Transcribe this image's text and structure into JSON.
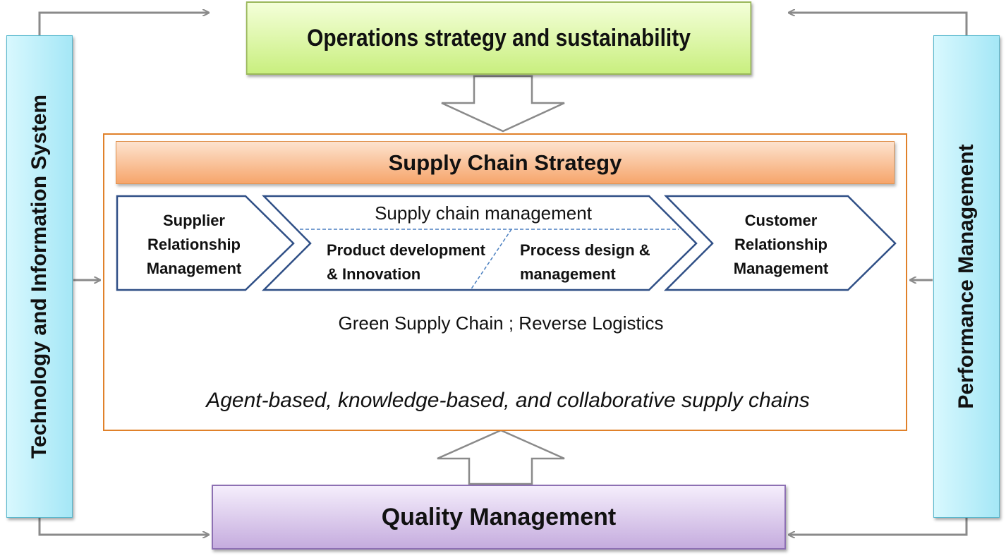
{
  "top_box": {
    "label": "Operations strategy and sustainability"
  },
  "bottom_box": {
    "label": "Quality Management"
  },
  "left_box": {
    "label": "Technology and Information System"
  },
  "right_box": {
    "label": "Performance Management"
  },
  "supply_chain_strategy": {
    "label": "Supply Chain Strategy"
  },
  "chevrons": {
    "supplier": {
      "line1": "Supplier",
      "line2": "Relationship",
      "line3": "Management"
    },
    "middle": {
      "header": "Supply chain management",
      "product_line1": "Product development",
      "product_line2": "& Innovation",
      "process_line1": "Process design &",
      "process_line2": "management"
    },
    "customer": {
      "line1": "Customer",
      "line2": "Relationship",
      "line3": "Management"
    }
  },
  "green_label": "Green Supply Chain ; Reverse Logistics",
  "agent_label": "Agent-based, knowledge-based, and collaborative supply chains",
  "colors": {
    "top_fill": "#c9ef7f",
    "bottom_fill": "#c5acde",
    "side_fill": "#a5e7f6",
    "frame_border": "#e0812a",
    "banner_fill": "#f6a56b",
    "chevron_border": "#2f4f86",
    "connector": "#8a8a8a"
  }
}
